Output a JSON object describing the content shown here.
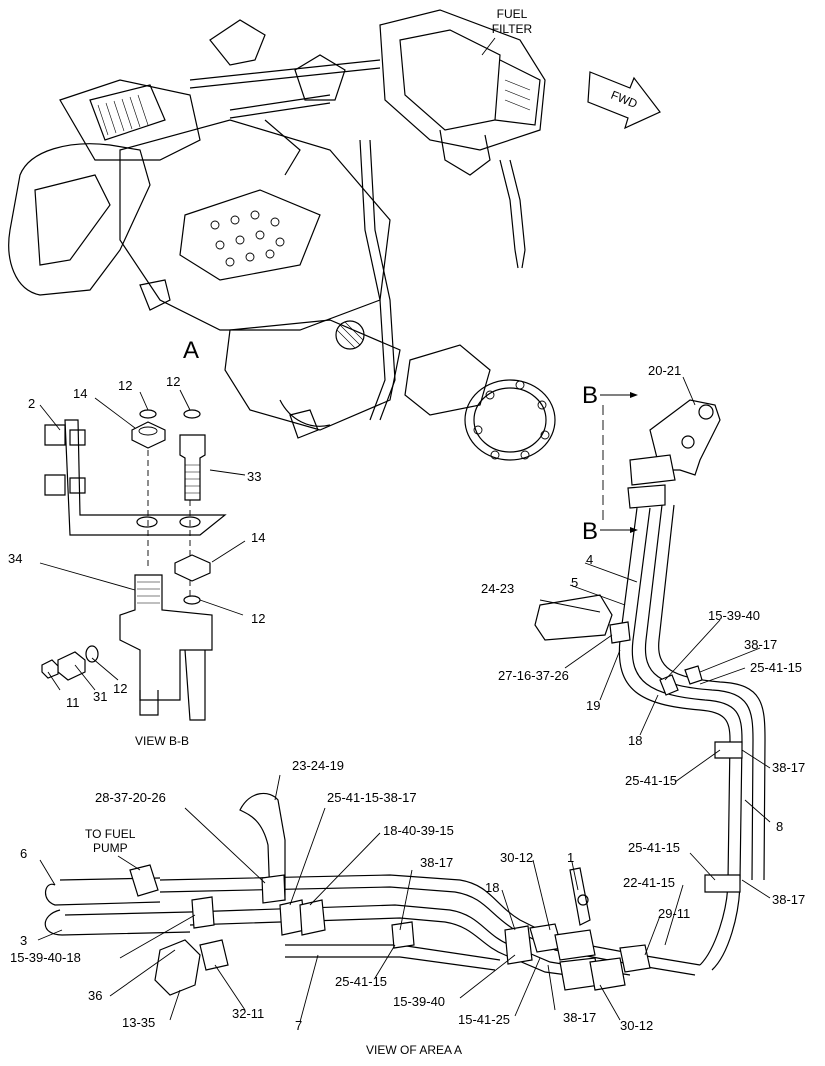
{
  "top_labels": {
    "fuel_filter_line1": "FUEL",
    "fuel_filter_line2": "FILTER",
    "fwd": "FWD",
    "area_a": "A"
  },
  "view_bb": {
    "caption": "VIEW B-B",
    "section_b_top": "B",
    "section_b_bottom": "B",
    "callouts": [
      "2",
      "14",
      "12",
      "12",
      "33",
      "34",
      "14",
      "12",
      "11",
      "31",
      "12",
      "20-21"
    ]
  },
  "right_callouts": [
    "4",
    "5",
    "24-23",
    "15-39-40",
    "38-17",
    "25-41-15",
    "27-16-37-26",
    "19",
    "18",
    "25-41-15",
    "38-17",
    "8",
    "25-41-15",
    "38-17",
    "22-41-15",
    "29-11"
  ],
  "view_area_a": {
    "caption": "VIEW OF AREA A",
    "to_fuel_pump_line1": "TO FUEL",
    "to_fuel_pump_line2": "PUMP",
    "callouts": [
      "23-24-19",
      "28-37-20-26",
      "25-41-15-38-17",
      "18-40-39-15",
      "38-17",
      "30-12",
      "1",
      "18",
      "6",
      "3",
      "15-39-40-18",
      "36",
      "13-35",
      "32-11",
      "7",
      "25-41-15",
      "15-39-40",
      "15-41-25",
      "38-17",
      "30-12"
    ]
  }
}
